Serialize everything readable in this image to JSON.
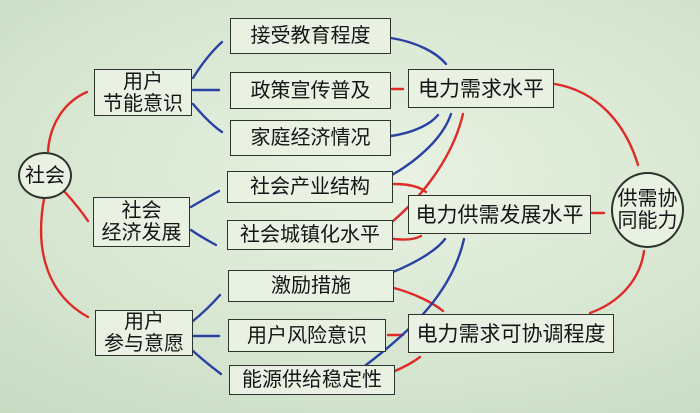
{
  "colors": {
    "red": "#df2b28",
    "blue": "#2a41a4",
    "border": "#2d332d",
    "boxfill": "#e9f1e3",
    "text": "#151515",
    "bg1": "#e9f2e3",
    "bg2": "#d7e6d1",
    "bg3": "#c6dac2"
  },
  "nodes": {
    "society": {
      "label": "社会"
    },
    "user_energy_awareness": {
      "line1": "用户",
      "line2": "节能意识"
    },
    "social_economic_dev": {
      "line1": "社会",
      "line2": "经济发展"
    },
    "user_participation": {
      "line1": "用户",
      "line2": "参与意愿"
    },
    "education_level": {
      "label": "接受教育程度"
    },
    "policy_promotion": {
      "label": "政策宣传普及"
    },
    "family_economy": {
      "label": "家庭经济情况"
    },
    "industry_structure": {
      "label": "社会产业结构"
    },
    "urbanization_level": {
      "label": "社会城镇化水平"
    },
    "incentive_measures": {
      "label": "激励措施"
    },
    "risk_awareness": {
      "label": "用户风险意识"
    },
    "energy_supply_stability": {
      "label": "能源供给稳定性"
    },
    "power_demand_level": {
      "label": "电力需求水平"
    },
    "supply_demand_dev_level": {
      "label": "电力供需发展水平"
    },
    "demand_coordination_degree": {
      "label": "电力需求可协调程度"
    },
    "coordination_capability": {
      "line1": "供需协",
      "line2": "同能力"
    }
  },
  "edges": [
    {
      "from": "society",
      "to": "user_energy_awareness",
      "color": "red"
    },
    {
      "from": "society",
      "to": "social_economic_dev",
      "color": "red"
    },
    {
      "from": "society",
      "to": "user_participation",
      "color": "red"
    },
    {
      "from": "user_energy_awareness",
      "to": "education_level",
      "color": "blue"
    },
    {
      "from": "user_energy_awareness",
      "to": "policy_promotion",
      "color": "blue"
    },
    {
      "from": "user_energy_awareness",
      "to": "family_economy",
      "color": "blue"
    },
    {
      "from": "social_economic_dev",
      "to": "industry_structure",
      "color": "blue"
    },
    {
      "from": "social_economic_dev",
      "to": "urbanization_level",
      "color": "blue"
    },
    {
      "from": "user_participation",
      "to": "incentive_measures",
      "color": "blue"
    },
    {
      "from": "user_participation",
      "to": "risk_awareness",
      "color": "blue"
    },
    {
      "from": "user_participation",
      "to": "energy_supply_stability",
      "color": "blue"
    },
    {
      "from": "education_level",
      "to": "power_demand_level",
      "color": "blue"
    },
    {
      "from": "policy_promotion",
      "to": "power_demand_level",
      "color": "red"
    },
    {
      "from": "family_economy",
      "to": "power_demand_level",
      "color": "blue"
    },
    {
      "from": "industry_structure",
      "to": "power_demand_level",
      "color": "blue"
    },
    {
      "from": "industry_structure",
      "to": "supply_demand_dev_level",
      "color": "red"
    },
    {
      "from": "urbanization_level",
      "to": "supply_demand_dev_level",
      "color": "red"
    },
    {
      "from": "urbanization_level",
      "to": "power_demand_level",
      "color": "red"
    },
    {
      "from": "incentive_measures",
      "to": "supply_demand_dev_level",
      "color": "blue"
    },
    {
      "from": "incentive_measures",
      "to": "demand_coordination_degree",
      "color": "red"
    },
    {
      "from": "risk_awareness",
      "to": "demand_coordination_degree",
      "color": "red"
    },
    {
      "from": "energy_supply_stability",
      "to": "demand_coordination_degree",
      "color": "red"
    },
    {
      "from": "energy_supply_stability",
      "to": "supply_demand_dev_level",
      "color": "blue"
    },
    {
      "from": "power_demand_level",
      "to": "coordination_capability",
      "color": "red"
    },
    {
      "from": "supply_demand_dev_level",
      "to": "coordination_capability",
      "color": "red"
    },
    {
      "from": "demand_coordination_degree",
      "to": "coordination_capability",
      "color": "red"
    }
  ]
}
